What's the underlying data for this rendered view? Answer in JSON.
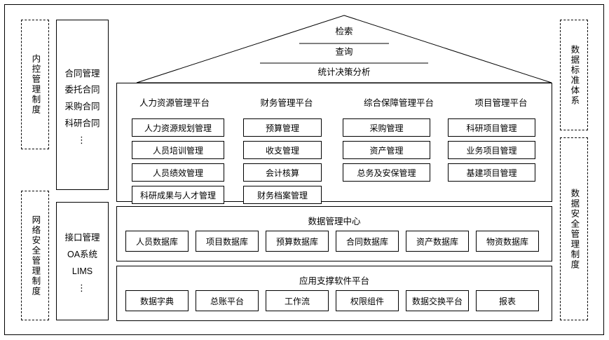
{
  "left_outer": {
    "top_label": "内控管理制度",
    "bottom_label": "网络安全管理制度"
  },
  "right_outer": {
    "top_label": "数据标准体系",
    "bottom_label": "数据安全管理制度"
  },
  "left_inner_top": {
    "items": [
      "合同管理",
      "委托合同",
      "采购合同",
      "科研合同"
    ],
    "ellipsis": "⋮"
  },
  "left_inner_bottom": {
    "items": [
      "接口管理",
      "OA系统",
      "LIMS"
    ],
    "ellipsis": "⋮"
  },
  "roof": {
    "level1": "检索",
    "level2": "查询",
    "level3": "统计决策分析"
  },
  "platforms": [
    {
      "title": "人力资源管理平台",
      "items": [
        "人力资源规划管理",
        "人员培训管理",
        "人员绩效管理",
        "科研成果与人才管理"
      ]
    },
    {
      "title": "财务管理平台",
      "items": [
        "预算管理",
        "收支管理",
        "会计核算",
        "财务档案管理"
      ]
    },
    {
      "title": "综合保障管理平台",
      "items": [
        "采购管理",
        "资产管理",
        "总务及安保管理"
      ]
    },
    {
      "title": "项目管理平台",
      "items": [
        "科研项目管理",
        "业务项目管理",
        "基建项目管理"
      ]
    }
  ],
  "data_center": {
    "title": "数据管理中心",
    "items": [
      "人员数据库",
      "项目数据库",
      "预算数据库",
      "合同数据库",
      "资产数据库",
      "物资数据库"
    ]
  },
  "support_platform": {
    "title": "应用支撑软件平台",
    "items": [
      "数据字典",
      "总账平台",
      "工作流",
      "权限组件",
      "数据交换平台",
      "报表"
    ]
  },
  "colors": {
    "line": "#000000",
    "background": "#ffffff"
  }
}
